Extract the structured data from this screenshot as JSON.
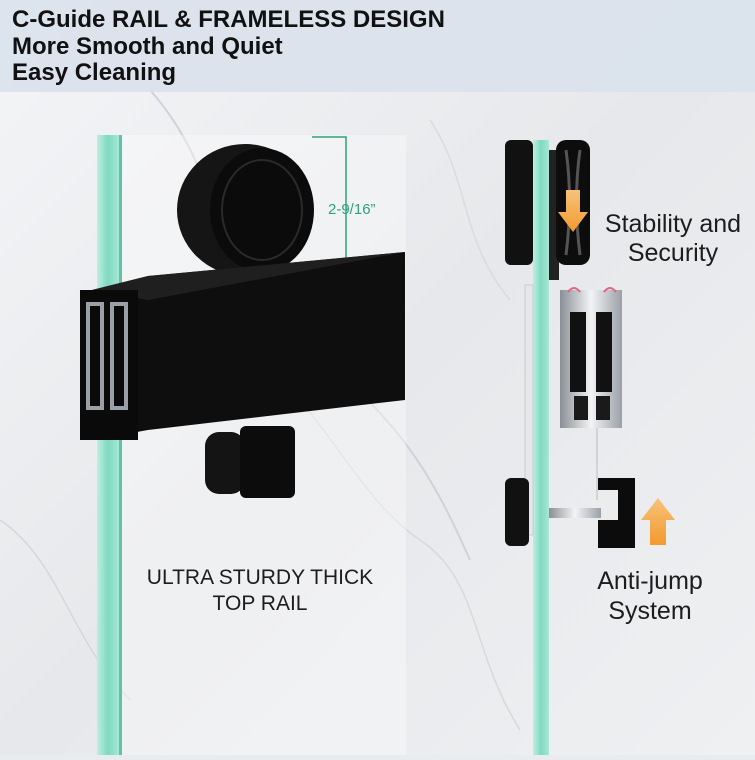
{
  "header": {
    "line1": "C-Guide RAIL & FRAMELESS DESIGN",
    "line2": "More Smooth and Quiet",
    "line3": "Easy Cleaning"
  },
  "dimension_label": "2-9/16”",
  "rail_caption": {
    "line1": "ULTRA STURDY THICK",
    "line2": "TOP RAIL"
  },
  "callouts": {
    "stability": {
      "line1": "Stability and",
      "line2": "Security"
    },
    "antijump": {
      "line1": "Anti-jump",
      "line2": "System"
    }
  },
  "colors": {
    "glass_edge": "#7fd9c0",
    "hardware": "#111111",
    "arrow_orange": "#f29a2e",
    "dimension_green": "#2fa37a"
  }
}
